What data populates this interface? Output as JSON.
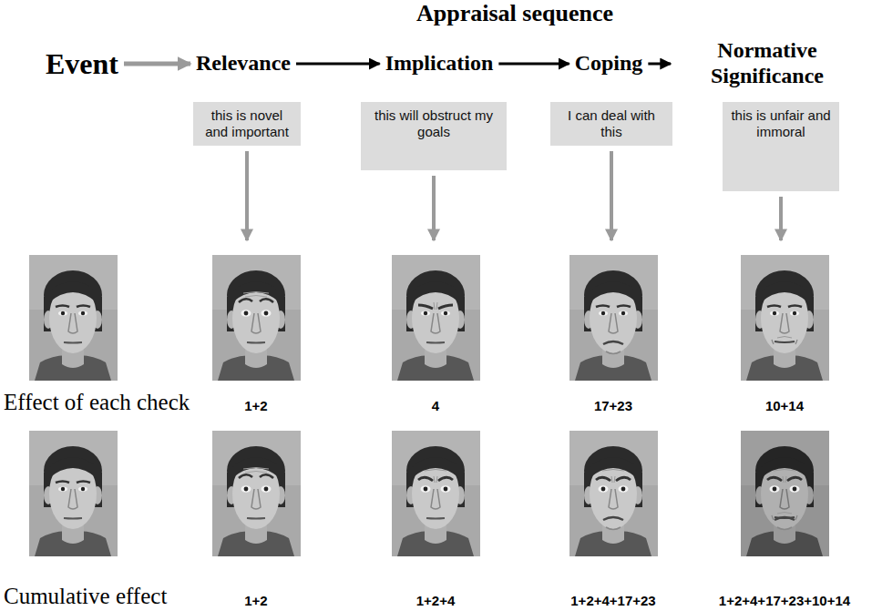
{
  "diagram": {
    "title": "Appraisal sequence",
    "nodes": [
      {
        "text": [
          "Event"
        ]
      },
      {
        "text": [
          "Relevance"
        ]
      },
      {
        "text": [
          "Implication"
        ]
      },
      {
        "text": [
          "Coping"
        ]
      },
      {
        "text": [
          "Normative Significance"
        ]
      },
      {
        "text": [
          "this is novel and important"
        ]
      },
      {
        "text": [
          "this will obstruct my goals"
        ]
      },
      {
        "text": [
          "I can deal with this"
        ]
      },
      {
        "text": [
          "this is unfair and immoral"
        ]
      }
    ],
    "edges": [
      {
        "from": 0,
        "to": 1,
        "arrow": "to"
      },
      {
        "from": 1,
        "to": 2,
        "arrow": "to"
      },
      {
        "from": 2,
        "to": 3,
        "arrow": "to"
      },
      {
        "from": 3,
        "to": 4,
        "arrow": "to"
      }
    ],
    "labels": [
      "Effect of each check",
      "1+2",
      "4",
      "17+23",
      "10+14",
      "Cumulative effect",
      "1+2",
      "1+2+4",
      "1+2+4+17+23",
      "1+2+4+17+23+10+14"
    ]
  }
}
